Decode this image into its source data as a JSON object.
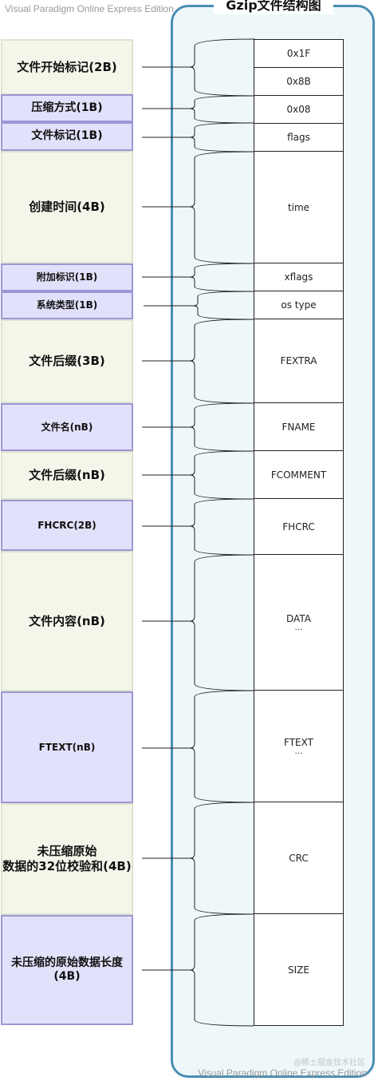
{
  "title": "Gzip文件结构图",
  "watermark_top": "Visual Paradigm Online Express Edition",
  "watermark_bottom": "Visual Paradigm Online Express Edition",
  "watermark_credit": "@稀土掘金技术社区",
  "colors": {
    "container_border": "#4a8db3",
    "container_fill": "#eef8fa",
    "purple_fill": "#e2e1fb",
    "green_fill": "#f4f6ea"
  },
  "left_boxes": [
    {
      "label": "文件开始标记(2B)",
      "style": "green"
    },
    {
      "label": "压缩方式(1B)",
      "style": "purple"
    },
    {
      "label": "文件标记(1B)",
      "style": "purple"
    },
    {
      "label": "创建时间(4B)",
      "style": "green"
    },
    {
      "label": "附加标识(1B)",
      "style": "purple"
    },
    {
      "label": "系统类型(1B)",
      "style": "purple"
    },
    {
      "label": "文件后缀(3B)",
      "style": "green"
    },
    {
      "label": "文件名(nB)",
      "style": "purple"
    },
    {
      "label": "文件后缀(nB)",
      "style": "green"
    },
    {
      "label": "FHCRC(2B)",
      "style": "purple"
    },
    {
      "label": "文件内容(nB)",
      "style": "green"
    },
    {
      "label": "FTEXT(nB)",
      "style": "purple"
    },
    {
      "label": "未压缩原始\n数据的32位校验和(4B)",
      "style": "green"
    },
    {
      "label": "未压缩的原始数据长度\n(4B)",
      "style": "purple"
    }
  ],
  "fields": [
    {
      "label": "0x1F"
    },
    {
      "label": "0x8B"
    },
    {
      "label": "0x08"
    },
    {
      "label": "flags"
    },
    {
      "label": "time"
    },
    {
      "label": "xflags"
    },
    {
      "label": "os type"
    },
    {
      "label": "FEXTRA"
    },
    {
      "label": "FNAME"
    },
    {
      "label": "FCOMMENT"
    },
    {
      "label": "FHCRC"
    },
    {
      "label": "DATA",
      "sub": "…"
    },
    {
      "label": "FTEXT",
      "sub": "…"
    },
    {
      "label": "CRC"
    },
    {
      "label": "SIZE"
    }
  ]
}
